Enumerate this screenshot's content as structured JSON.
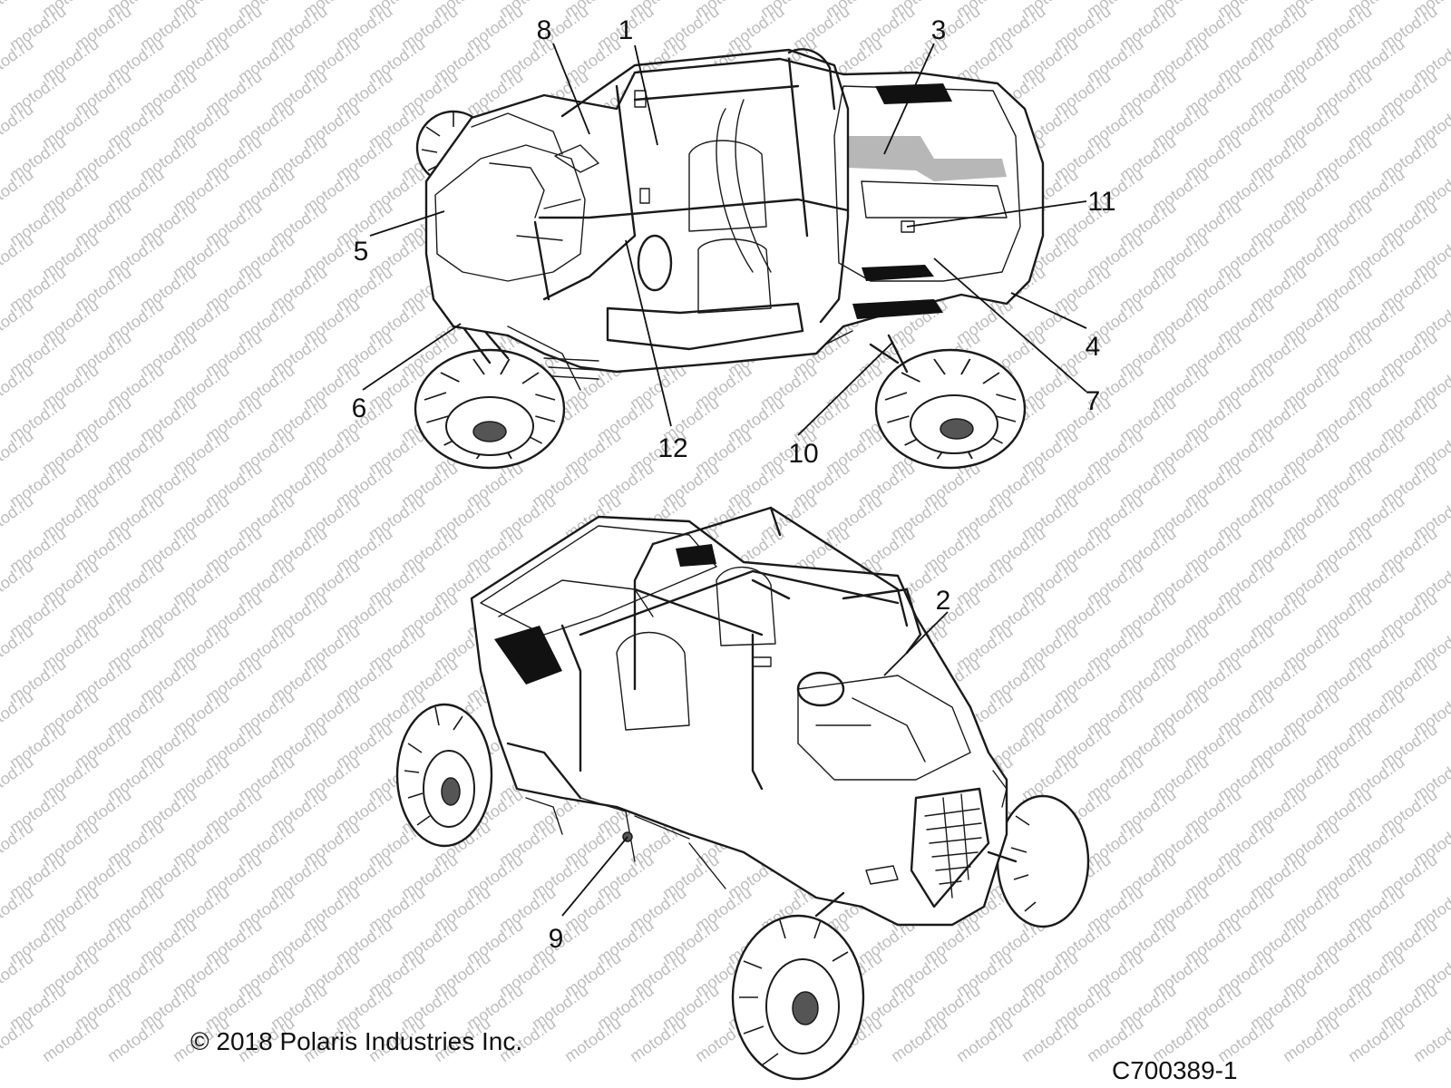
{
  "watermark_text": "motod.ru",
  "footer": {
    "copyright": "© 2018 Polaris Industries Inc.",
    "part_code": "C700389-1"
  },
  "callouts": {
    "c1": "1",
    "c2": "2",
    "c3": "3",
    "c4": "4",
    "c5": "5",
    "c6": "6",
    "c7": "7",
    "c8": "8",
    "c9": "9",
    "c10": "10",
    "c11": "11",
    "c12": "12"
  }
}
